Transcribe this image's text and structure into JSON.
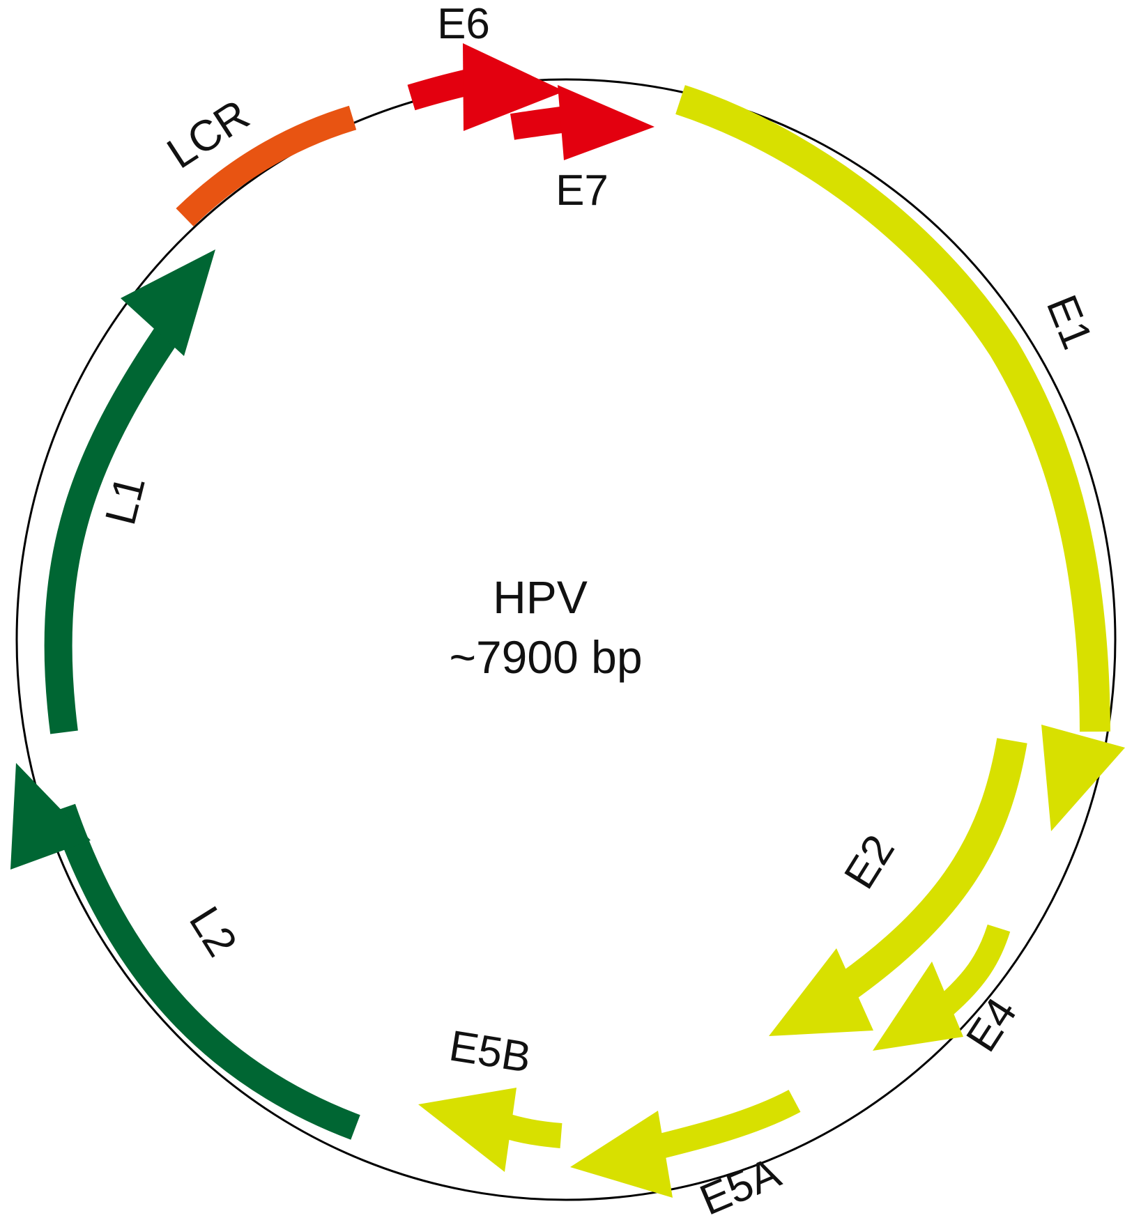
{
  "center": {
    "title": "HPV",
    "subtitle": "~7900 bp"
  },
  "colors": {
    "backbone": "#000000",
    "early": "#d8e000",
    "oncogene": "#e3000f",
    "lcr": "#e85412",
    "late": "#006633"
  },
  "features": [
    {
      "id": "lcr",
      "label": "LCR",
      "color_key": "lcr",
      "kind": "region"
    },
    {
      "id": "e6",
      "label": "E6",
      "color_key": "oncogene",
      "kind": "gene"
    },
    {
      "id": "e7",
      "label": "E7",
      "color_key": "oncogene",
      "kind": "gene"
    },
    {
      "id": "e1",
      "label": "E1",
      "color_key": "early",
      "kind": "gene"
    },
    {
      "id": "e2",
      "label": "E2",
      "color_key": "early",
      "kind": "gene"
    },
    {
      "id": "e4",
      "label": "E4",
      "color_key": "early",
      "kind": "gene"
    },
    {
      "id": "e5a",
      "label": "E5A",
      "color_key": "early",
      "kind": "gene"
    },
    {
      "id": "e5b",
      "label": "E5B",
      "color_key": "early",
      "kind": "gene"
    },
    {
      "id": "l2",
      "label": "L2",
      "color_key": "late",
      "kind": "gene"
    },
    {
      "id": "l1",
      "label": "L1",
      "color_key": "late",
      "kind": "gene"
    }
  ]
}
